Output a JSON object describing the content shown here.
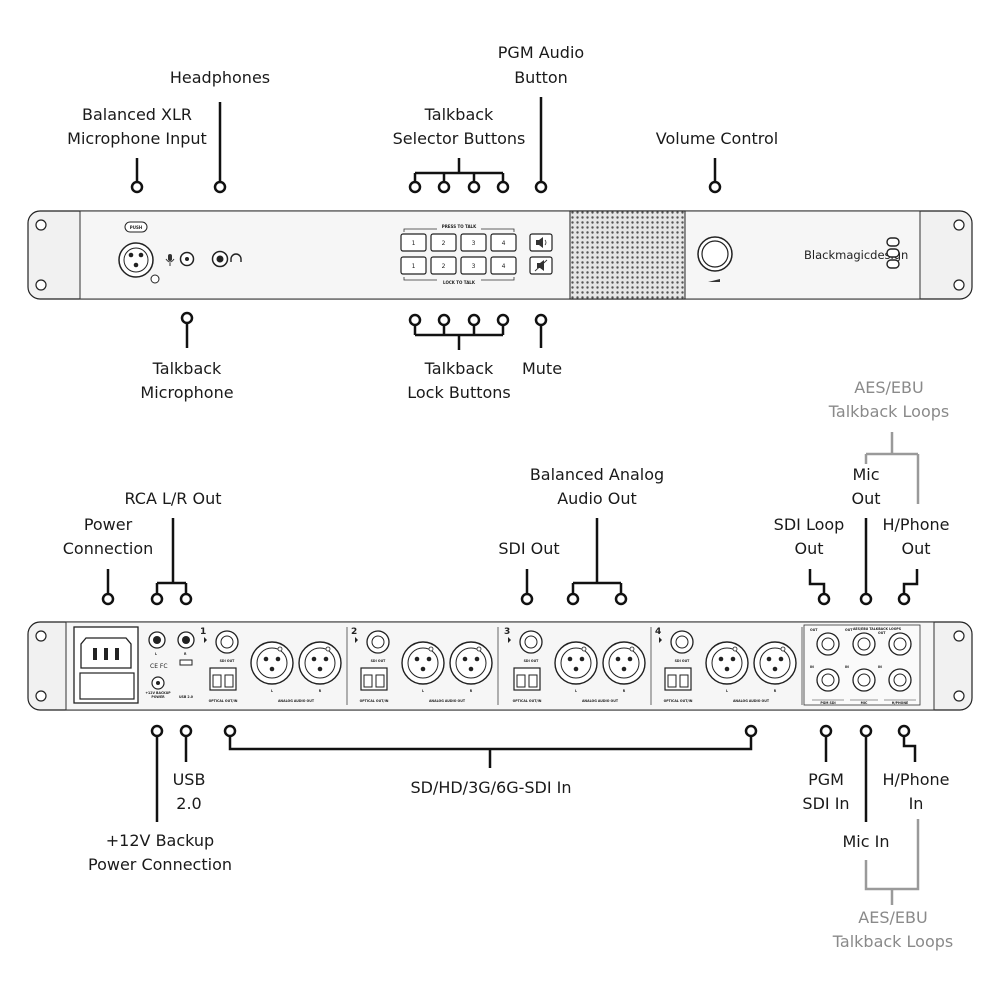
{
  "front_panel": {
    "labels": {
      "headphones": "Headphones",
      "balanced_xlr_1": "Balanced XLR",
      "balanced_xlr_2": "Microphone Input",
      "pgm_audio_1": "PGM Audio",
      "pgm_audio_2": "Button",
      "talkback_selector_1": "Talkback",
      "talkback_selector_2": "Selector Buttons",
      "volume_control": "Volume Control",
      "talkback_mic_1": "Talkback",
      "talkback_mic_2": "Microphone",
      "talkback_lock_1": "Talkback",
      "talkback_lock_2": "Lock Buttons",
      "mute": "Mute"
    },
    "device": {
      "push": "PUSH",
      "press_to_talk": "PRESS TO TALK",
      "lock_to_talk": "LOCK TO TALK",
      "buttons": [
        "1",
        "2",
        "3",
        "4"
      ],
      "brand": "Blackmagicdesign"
    }
  },
  "rear_panel": {
    "labels": {
      "aes_ebu_top_1": "AES/EBU",
      "aes_ebu_top_2": "Talkback Loops",
      "balanced_analog_1": "Balanced Analog",
      "balanced_analog_2": "Audio Out",
      "rca_out": "RCA L/R Out",
      "power_1": "Power",
      "power_2": "Connection",
      "sdi_out": "SDI Out",
      "mic_out_1": "Mic",
      "mic_out_2": "Out",
      "sdi_loop_1": "SDI Loop",
      "sdi_loop_2": "Out",
      "hphone_out_1": "H/Phone",
      "hphone_out_2": "Out",
      "usb_1": "USB",
      "usb_2": "2.0",
      "sdi_in": "SD/HD/3G/6G-SDI In",
      "pgm_sdi_1": "PGM",
      "pgm_sdi_2": "SDI In",
      "hphone_in_1": "H/Phone",
      "hphone_in_2": "In",
      "backup_power_1": "+12V Backup",
      "backup_power_2": "Power Connection",
      "mic_in": "Mic In",
      "aes_ebu_bottom_1": "AES/EBU",
      "aes_ebu_bottom_2": "Talkback Loops"
    },
    "device": {
      "channels": [
        "1",
        "2",
        "3",
        "4"
      ],
      "sdi_out": "SDI OUT",
      "optical": "OPTICAL OUT/IN",
      "analog_audio_out": "ANALOG AUDIO OUT",
      "left": "L",
      "right": "R",
      "backup_power_a": "+12V BACKUP",
      "backup_power_b": "POWER",
      "usb": "USB 2.0",
      "cert": "CE FC",
      "loops_header": "AES/EBU TALKBACK LOOPS",
      "out": "OUT",
      "in": "IN",
      "pgm_sdi": "PGM SDI",
      "mic": "MIC",
      "hphone": "H/PHONE"
    }
  }
}
